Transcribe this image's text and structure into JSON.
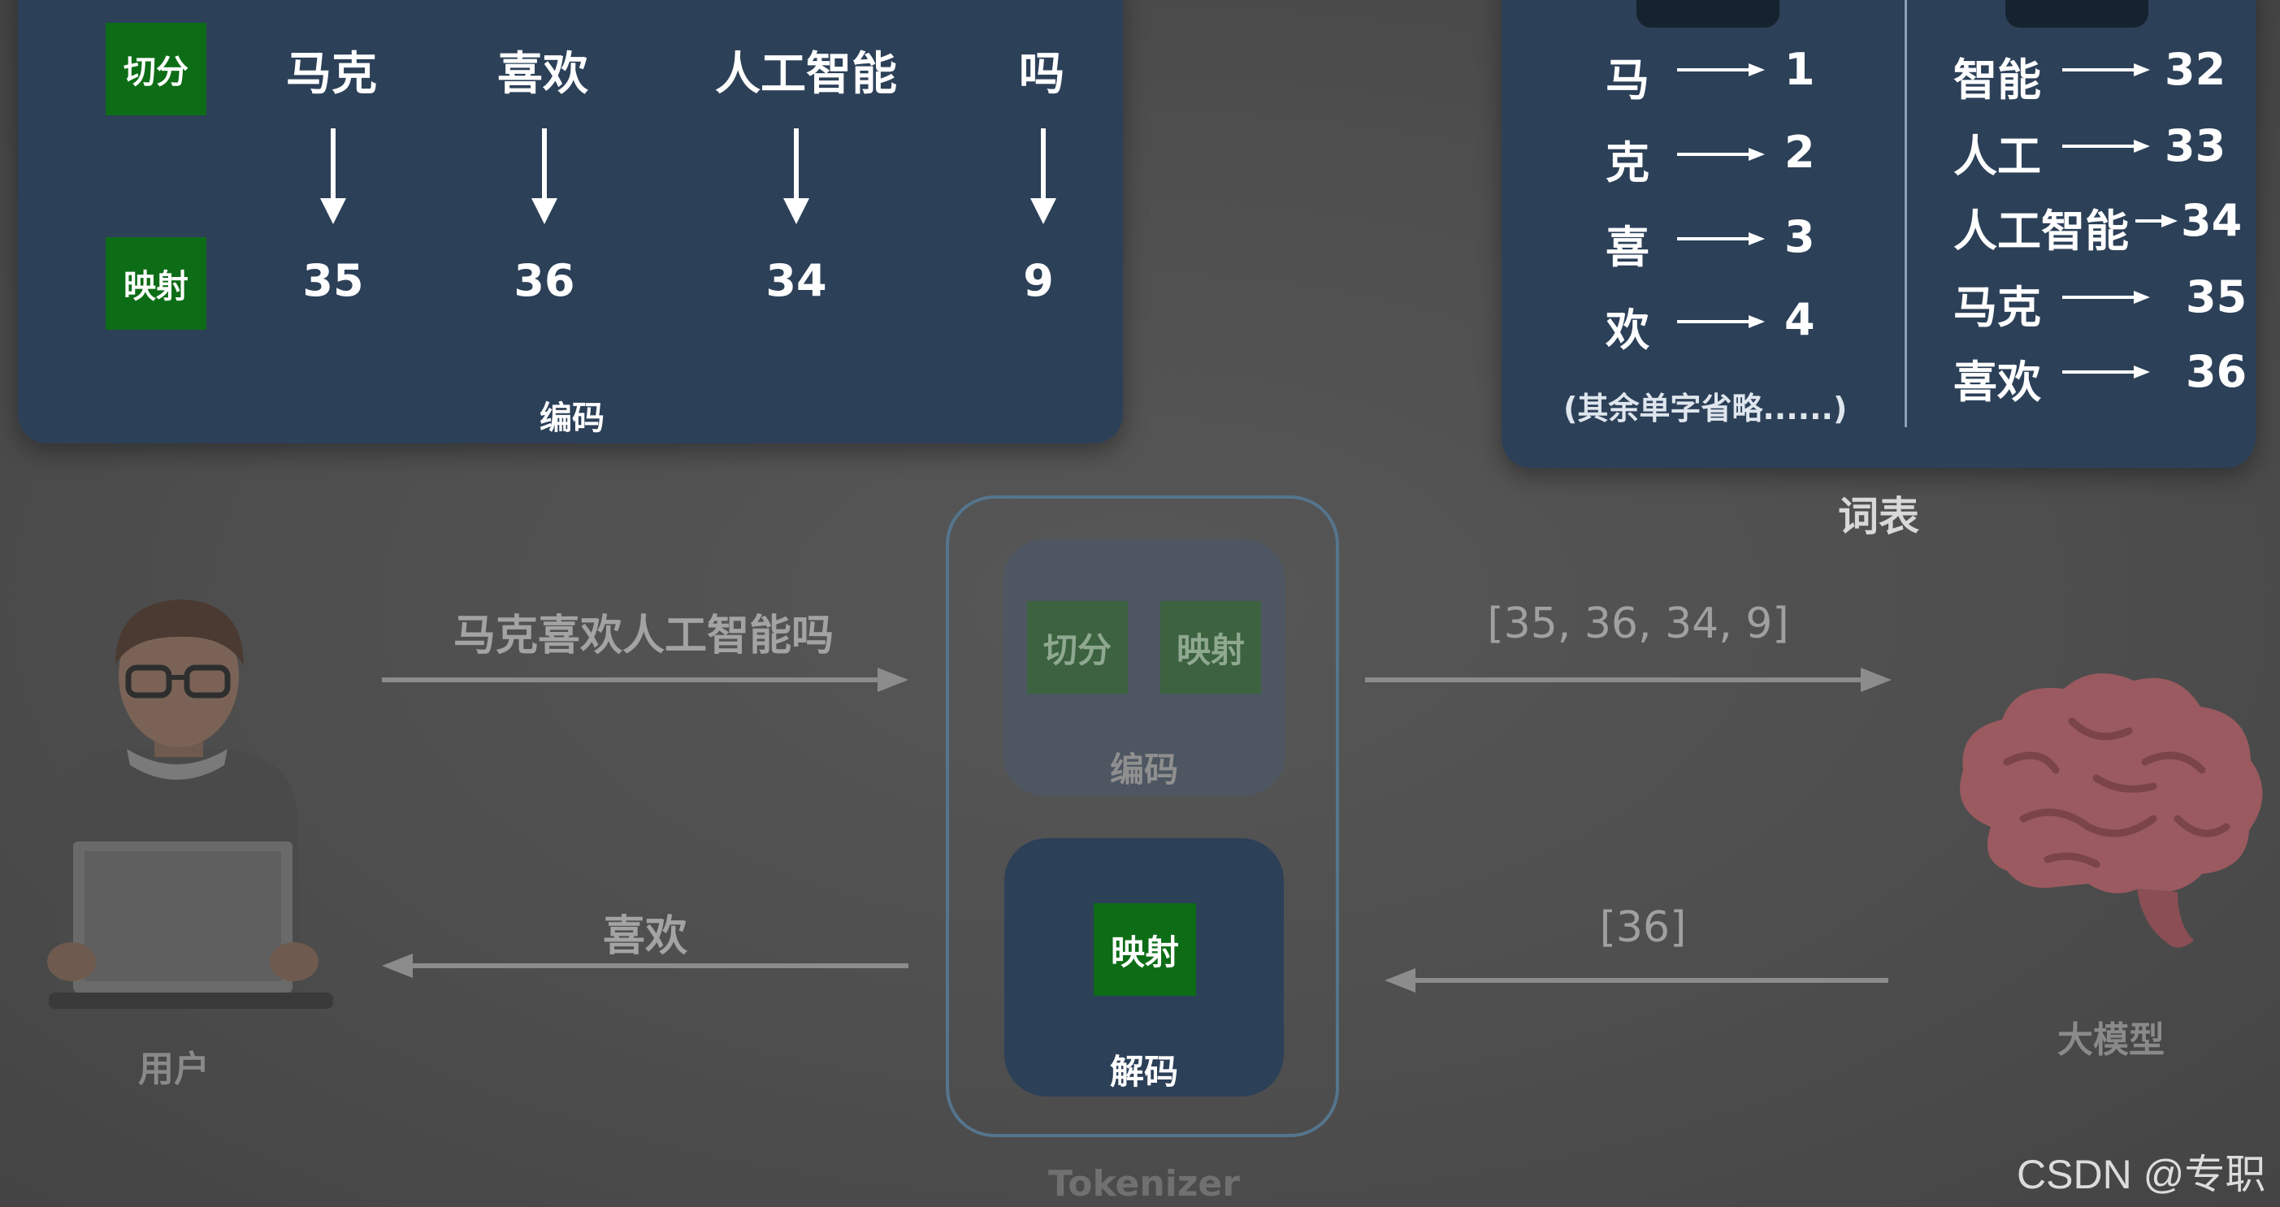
{
  "encode_panel": {
    "cut_label": "切分",
    "map_label": "映射",
    "tokens": [
      "马克",
      "喜欢",
      "人工智能",
      "吗"
    ],
    "ids": [
      "35",
      "36",
      "34",
      "9"
    ],
    "caption": "编码"
  },
  "vocab_panel": {
    "single_chars": [
      {
        "token": "马",
        "id": "1"
      },
      {
        "token": "克",
        "id": "2"
      },
      {
        "token": "喜",
        "id": "3"
      },
      {
        "token": "欢",
        "id": "4"
      }
    ],
    "single_note": "(其余单字省略......)",
    "multi_chars": [
      {
        "token": "智能",
        "id": "32"
      },
      {
        "token": "人工",
        "id": "33"
      },
      {
        "token": "人工智能",
        "id": "34"
      },
      {
        "token": "马克",
        "id": "35"
      },
      {
        "token": "喜欢",
        "id": "36"
      }
    ],
    "caption": "词表"
  },
  "flow": {
    "user_label": "用户",
    "input_text": "马克喜欢人工智能吗",
    "input_ids": "[35, 36, 34, 9]",
    "output_ids": "[36]",
    "output_text": "喜欢",
    "model_label": "大模型",
    "tokenizer_label": "Tokenizer",
    "encode_label": "编码",
    "encode_cut": "切分",
    "encode_map": "映射",
    "decode_label": "解码",
    "decode_map": "映射"
  },
  "watermark": "CSDN @专职",
  "colors": {
    "panel": "#2c4058",
    "green": "#0d6d16",
    "background": "#505050"
  }
}
